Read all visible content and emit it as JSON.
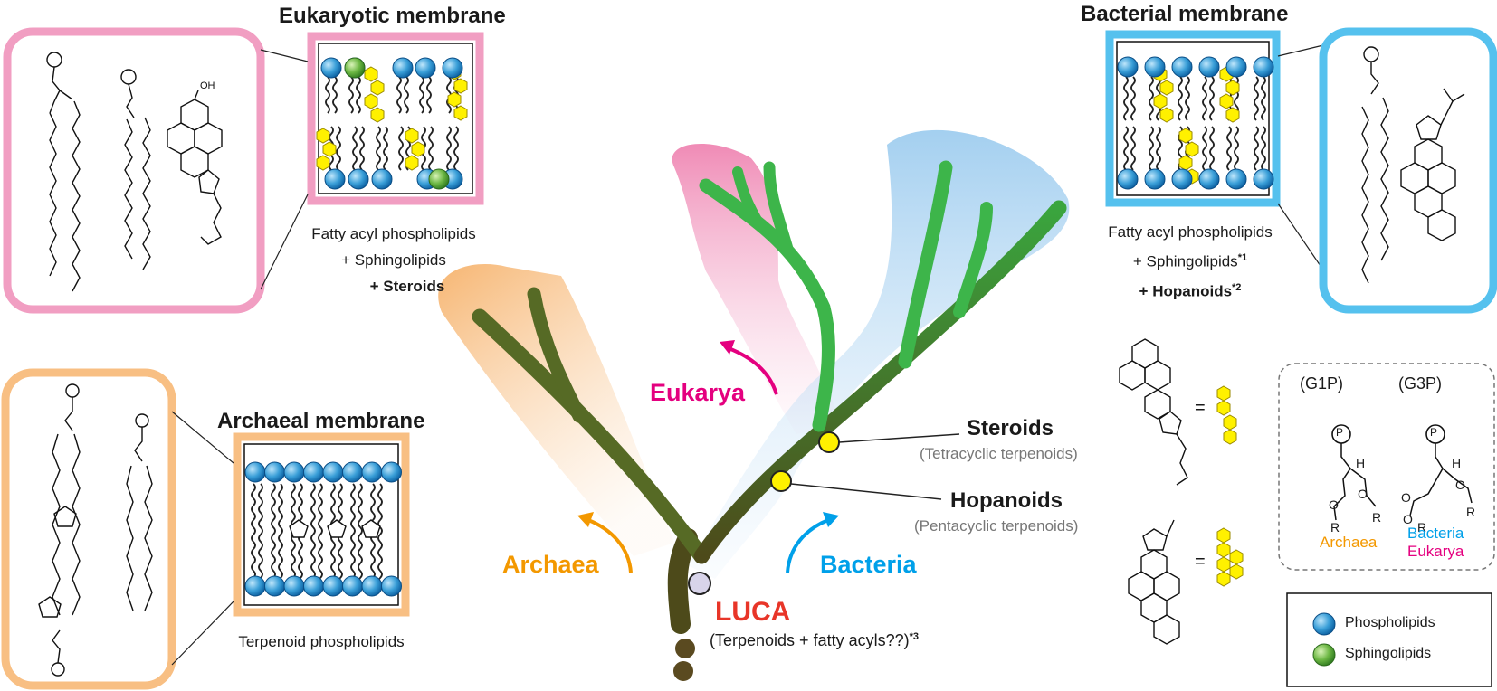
{
  "eukaryotic": {
    "title": "Eukaryotic membrane",
    "lipid1": "Fatty acyl phospholipids",
    "lipid2": "+ Sphingolipids",
    "lipid3": "+ Steroids"
  },
  "bacterial": {
    "title": "Bacterial membrane",
    "lipid1": "Fatty acyl phospholipids",
    "lipid2": "+ Sphingolipids",
    "lipid2_note": "*1",
    "lipid3": "+ Hopanoids",
    "lipid3_note": "*2"
  },
  "archaeal": {
    "title": "Archaeal membrane",
    "lipid1": "Terpenoid phospholipids"
  },
  "tree": {
    "archaea": "Archaea",
    "eukarya": "Eukarya",
    "bacteria": "Bacteria",
    "luca": "LUCA",
    "luca_sub": "(Terpenoids + fatty acyls??)",
    "luca_note": "*3"
  },
  "steroids": {
    "name": "Steroids",
    "desc": "(Tetracyclic terpenoids)"
  },
  "hopanoids": {
    "name": "Hopanoids",
    "desc": "(Pentacyclic terpenoids)"
  },
  "equals": "=",
  "glycerol": {
    "g1p": "(G1P)",
    "g3p": "(G3P)",
    "archaea": "Archaea",
    "bacteria": "Bacteria",
    "eukarya": "Eukarya",
    "phosphate_symbol": "P",
    "h_symbol": "H",
    "o_symbol": "O",
    "r_symbol": "R"
  },
  "legend": {
    "phospholipids": "Phospholipids",
    "sphingolipids": "Sphingolipids"
  },
  "colors": {
    "pink": "#f19ec2",
    "orange": "#f8bf83",
    "blue": "#55c1ee",
    "green": "#3db54a",
    "darkgreen": "#4a5a1f",
    "yellow": "#fff100",
    "red": "#e83528",
    "magenta": "#e4007f",
    "archaeaText": "#f39800",
    "bacteriaText": "#00a0e9"
  }
}
